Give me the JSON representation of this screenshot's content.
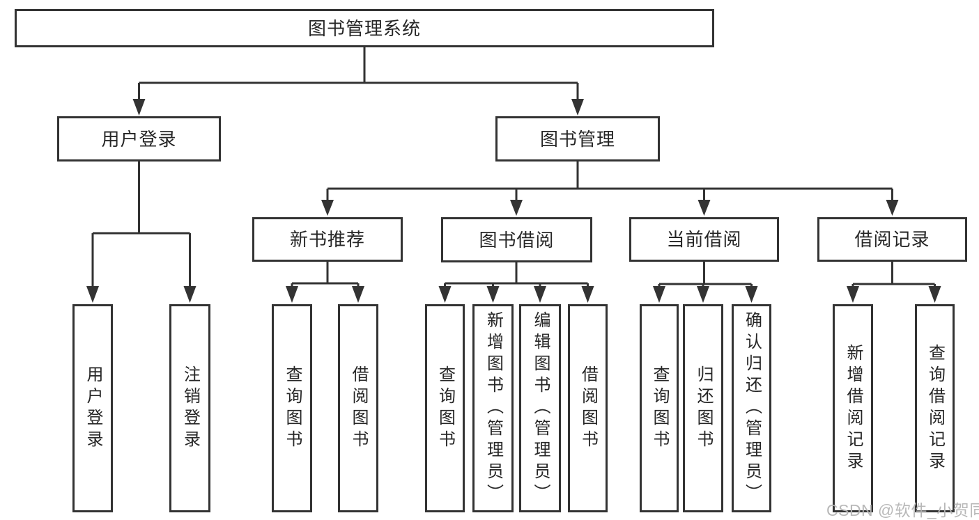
{
  "diagram": {
    "type": "hierarchy-tree",
    "nodes": {
      "root": "图书管理系统",
      "user_login": "用户登录",
      "book_management": "图书管理",
      "new_book_recommend": "新书推荐",
      "book_borrow": "图书借阅",
      "current_borrow": "当前借阅",
      "borrow_records": "借阅记录",
      "leaves": {
        "user_login": [
          "用户登录",
          "注销登录"
        ],
        "new_book_recommend": [
          "查询图书",
          "借阅图书"
        ],
        "book_borrow": [
          "查询图书",
          "新增图书（管理员）",
          "编辑图书（管理员）",
          "借阅图书"
        ],
        "current_borrow": [
          "查询图书",
          "归还图书",
          "确认归还（管理员）"
        ],
        "borrow_records": [
          "新增借阅记录",
          "查询借阅记录"
        ]
      }
    },
    "colors": {
      "line": "#333333",
      "box_border": "#333333",
      "box_fill": "#ffffff",
      "text": "#262626",
      "watermark": "#b5b5b5",
      "background": "#ffffff"
    },
    "watermark": "CSDN @软件_小贺同学"
  }
}
